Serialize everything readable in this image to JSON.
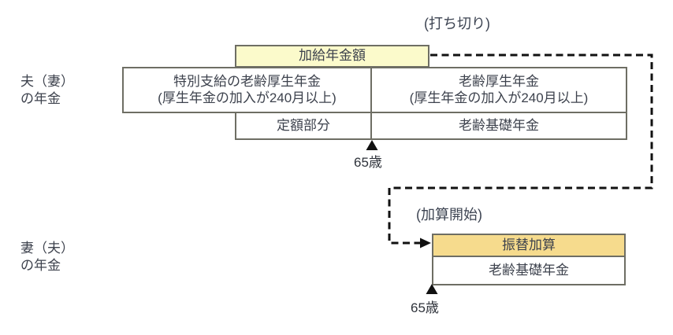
{
  "diagram_title_note": {
    "cutoff": "(打ち切り)",
    "addition_start": "(加算開始)"
  },
  "husband_section": {
    "side_label_line1": "夫（妻）",
    "side_label_line2": "の年金",
    "kakyuu_box_label": "加給年金額",
    "tokubetsu_box_line1": "特別支給の老齢厚生年金",
    "tokubetsu_box_line2": "(厚生年金の加入が240月以上)",
    "rourei_kousei_box_line1": "老齢厚生年金",
    "rourei_kousei_box_line2": "(厚生年金の加入が240月以上)",
    "teigaku_box_label": "定額部分",
    "kiso_box_label": "老齢基礎年金",
    "age_marker": "65歳"
  },
  "wife_section": {
    "side_label_line1": "妻（夫）",
    "side_label_line2": "の年金",
    "furikae_box_label": "振替加算",
    "kiso_box_label": "老齢基礎年金",
    "age_marker": "65歳"
  },
  "colors": {
    "kakyuu_fill": "#fbfacb",
    "furikae_fill": "#f6db8d",
    "box_border": "#6e6e64",
    "text": "#3d424d",
    "connector": "#111111"
  }
}
